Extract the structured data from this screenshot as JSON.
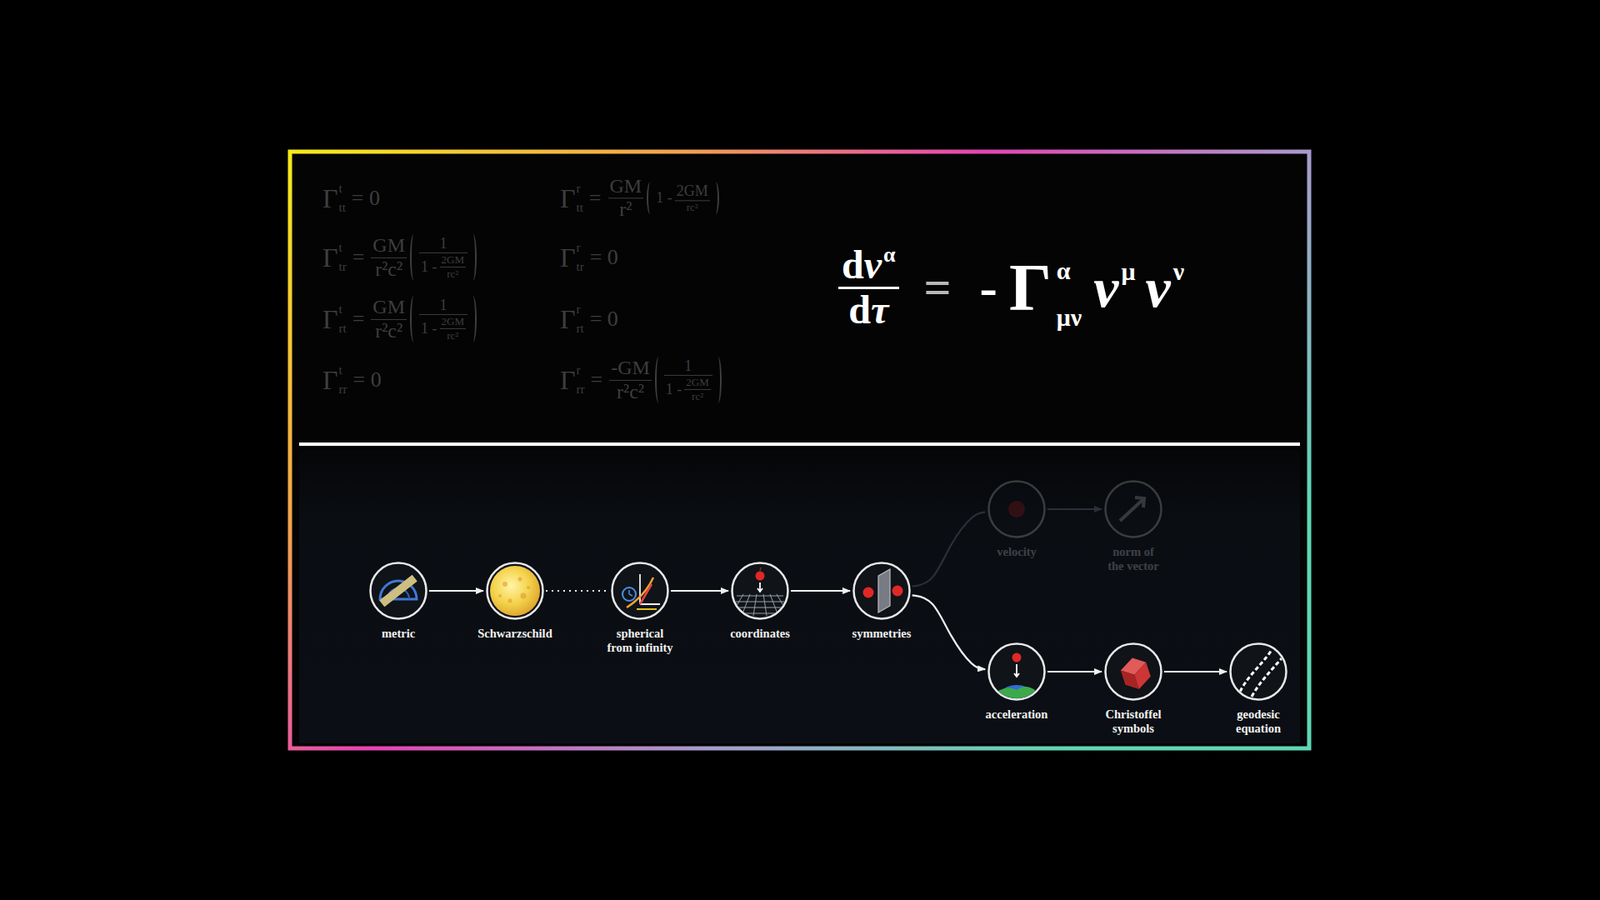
{
  "diagram": {
    "nodes": [
      {
        "text": [
          "metric"
        ]
      },
      {
        "text": [
          "Schwarzschild"
        ]
      },
      {
        "text": [
          "spherical from infinity"
        ]
      },
      {
        "text": [
          "coordinates"
        ]
      },
      {
        "text": [
          "symmetries"
        ]
      },
      {
        "text": [
          "velocity"
        ]
      },
      {
        "text": [
          "norm of the vector"
        ]
      },
      {
        "text": [
          "acceleration"
        ]
      },
      {
        "text": [
          "Christoffel symbols"
        ]
      },
      {
        "text": [
          "geodesic equation"
        ]
      }
    ],
    "edges": [
      {
        "from": 0,
        "to": 1,
        "arrow": "to"
      },
      {
        "from": 1,
        "to": 2,
        "arrow": "none"
      },
      {
        "from": 2,
        "to": 3,
        "arrow": "to"
      },
      {
        "from": 3,
        "to": 4,
        "arrow": "to"
      },
      {
        "from": 4,
        "to": 5,
        "arrow": "none"
      },
      {
        "from": 5,
        "to": 6,
        "arrow": "to"
      },
      {
        "from": 4,
        "to": 7,
        "arrow": "to"
      },
      {
        "from": 7,
        "to": 8,
        "arrow": "to"
      },
      {
        "from": 8,
        "to": 9,
        "arrow": "to"
      }
    ],
    "labels": [
      "Γ",
      "t",
      "tt",
      "= 0",
      "Γ",
      "t",
      "tr",
      "=",
      "GM",
      "r²c²",
      "1",
      "1 -",
      "2GM",
      "rc²",
      "Γ",
      "t",
      "rt",
      "=",
      "GM",
      "r²c²",
      "1",
      "1 -",
      "2GM",
      "rc²",
      "Γ",
      "t",
      "rr",
      "= 0",
      "Γ",
      "r",
      "tt",
      "=",
      "GM",
      "r²",
      "1 -",
      "2GM",
      "rc²",
      "Γ",
      "r",
      "tr",
      "= 0",
      "Γ",
      "r",
      "rt",
      "= 0",
      "Γ",
      "r",
      "rr",
      "=",
      "-GM",
      "r²c²",
      "1",
      "1 -",
      "2GM",
      "rc²",
      "d",
      "v",
      "α",
      "d",
      "τ",
      "=",
      "-",
      "Γ",
      "α",
      "μν",
      "v",
      "μ",
      "v",
      "ν"
    ]
  }
}
